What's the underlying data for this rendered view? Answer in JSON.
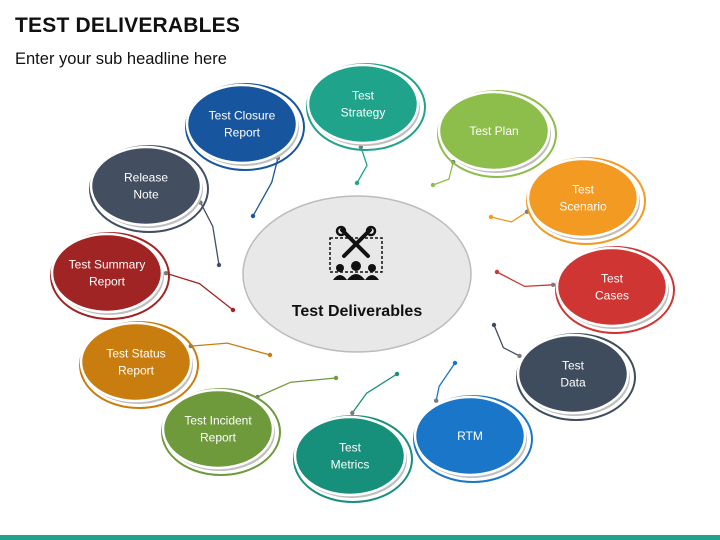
{
  "header": {
    "title": "TEST DELIVERABLES",
    "subtitle": "Enter your sub headline here"
  },
  "center": {
    "label": "Test Deliverables",
    "icon": "tools-and-team-icon"
  },
  "nodes": [
    {
      "id": "test-strategy",
      "lines": [
        "Test",
        "Strategy"
      ],
      "color": "#1fa38a"
    },
    {
      "id": "test-plan",
      "lines": [
        "Test Plan"
      ],
      "color": "#8dbd4b"
    },
    {
      "id": "test-scenario",
      "lines": [
        "Test",
        "Scenario"
      ],
      "color": "#f29a22"
    },
    {
      "id": "test-cases",
      "lines": [
        "Test",
        "Cases"
      ],
      "color": "#cf3533"
    },
    {
      "id": "test-data",
      "lines": [
        "Test",
        "Data"
      ],
      "color": "#3f4c5e"
    },
    {
      "id": "rtm",
      "lines": [
        "RTM"
      ],
      "color": "#1a76c8"
    },
    {
      "id": "test-metrics",
      "lines": [
        "Test",
        "Metrics"
      ],
      "color": "#16907a"
    },
    {
      "id": "test-incident-report",
      "lines": [
        "Test Incident",
        "Report"
      ],
      "color": "#6f9a3c"
    },
    {
      "id": "test-status-report",
      "lines": [
        "Test Status",
        "Report"
      ],
      "color": "#c97d0e"
    },
    {
      "id": "test-summary-report",
      "lines": [
        "Test Summary",
        "Report"
      ],
      "color": "#a12424"
    },
    {
      "id": "release-note",
      "lines": [
        "Release",
        "Note"
      ],
      "color": "#434f60"
    },
    {
      "id": "test-closure-report",
      "lines": [
        "Test Closure",
        "Report"
      ],
      "color": "#17569e"
    }
  ],
  "colors": {
    "center_fill": "#e8e8e8",
    "center_stroke": "#bcbcbc",
    "connector": "#7a7a7a",
    "accent_bar": "#1fa38a"
  }
}
